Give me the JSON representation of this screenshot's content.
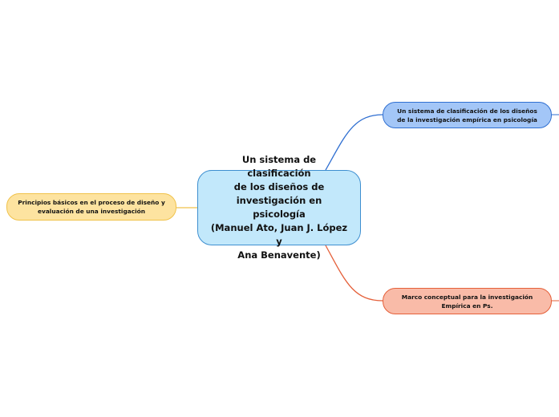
{
  "central": {
    "label": "Un sistema de clasificación\nde los diseños de\ninvestigación en psicología\n(Manuel Ato, Juan J. López y\nAna Benavente)"
  },
  "branches": {
    "top": {
      "label": "Un sistema de clasificación de los diseños\nde  la investigación empírica en psicología",
      "color": "#a3c6f7",
      "line_color": "#2f6fd1"
    },
    "bottom": {
      "label": "Marco conceptual para la investigación\nEmpírica en Ps.",
      "color": "#f9bba8",
      "line_color": "#e5603a"
    },
    "left": {
      "label": "Principios básicos en el proceso de diseño y\nevaluación de una investigación",
      "color": "#fde3a0",
      "line_color": "#f0c24a"
    }
  },
  "central_color": "#c2e8fb",
  "central_border": "#3e8fd0"
}
